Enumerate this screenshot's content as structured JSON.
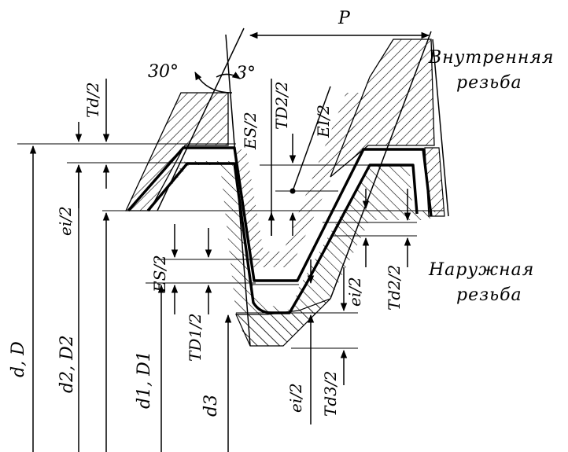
{
  "labels": {
    "pitch": "P",
    "angle_half": "30°",
    "angle_flank": "3°",
    "internal_thread_1": "Внутренняя",
    "internal_thread_2": "резьба",
    "external_thread_1": "Наружная",
    "external_thread_2": "резьба",
    "Td_half": "Td/2",
    "ei_half_left": "ei/2",
    "ES_half_top": "ES/2",
    "TD2_half": "TD2/2",
    "EI_half": "EI/2",
    "ES_half_mid": "ES/2",
    "TD1_half": "TD1/2",
    "ei_half_right": "ei/2",
    "Td2_half": "Td2/2",
    "ei_half_bottom": "ei/2",
    "Td3_half": "Td3/2",
    "d_D": "d, D",
    "d2_D2": "d2, D2",
    "d1_D1": "d1, D1",
    "d3": "d3"
  }
}
